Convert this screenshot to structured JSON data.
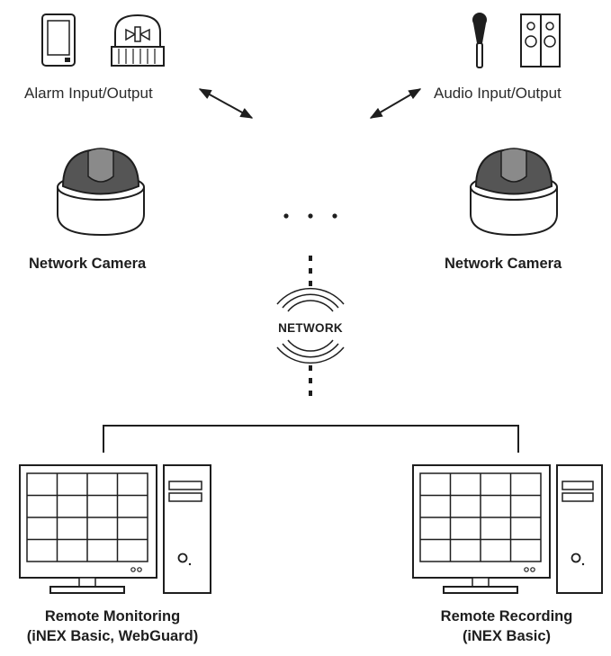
{
  "alarm": {
    "label": "Alarm Input/Output",
    "icons": [
      "sensor-icon",
      "siren-icon"
    ]
  },
  "audio": {
    "label": "Audio Input/Output",
    "icons": [
      "microphone-icon",
      "speaker-icon"
    ]
  },
  "camera_left": {
    "label": "Network Camera"
  },
  "camera_right": {
    "label": "Network Camera"
  },
  "network": {
    "label": "NETWORK"
  },
  "remote_monitoring": {
    "title": "Remote Monitoring",
    "subtitle": "(iNEX Basic, WebGuard)"
  },
  "remote_recording": {
    "title": "Remote Recording",
    "subtitle": "(iNEX Basic)"
  },
  "colors": {
    "stroke": "#1e1e1e",
    "dome": "#555555",
    "background": "#ffffff"
  }
}
